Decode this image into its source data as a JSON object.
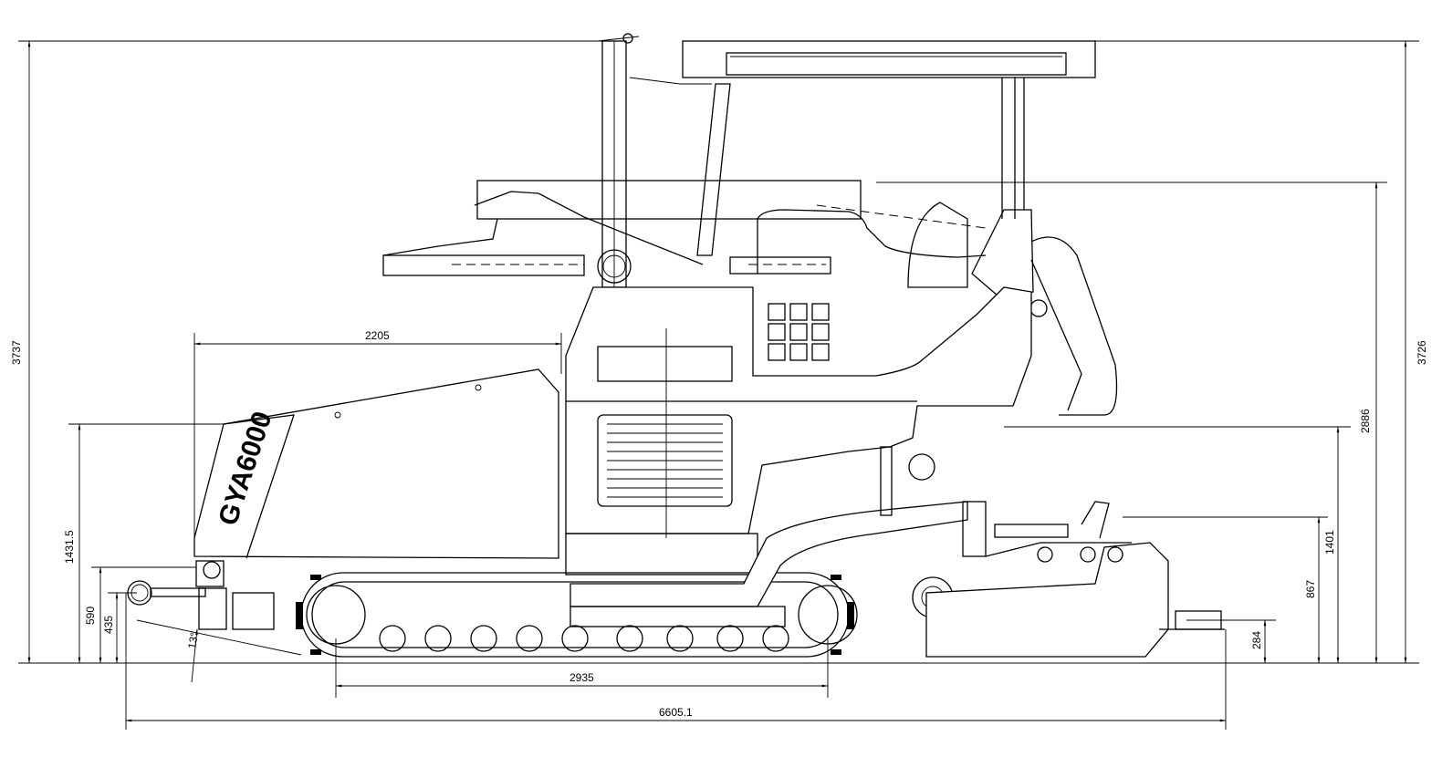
{
  "drawing": {
    "model_label": "GYA6000",
    "dimensions": {
      "overall_height": "3737",
      "canopy_height": "3726",
      "hopper_length": "2205",
      "hopper_height": "1431.5",
      "push_roller_top": "590",
      "push_roller_center": "435",
      "approach_angle": "13°",
      "track_length": "2935",
      "overall_length": "6605.1",
      "screed_height": "284",
      "screed_arm_height": "867",
      "screed_top_height": "1401",
      "operator_platform_height": "2886"
    }
  }
}
